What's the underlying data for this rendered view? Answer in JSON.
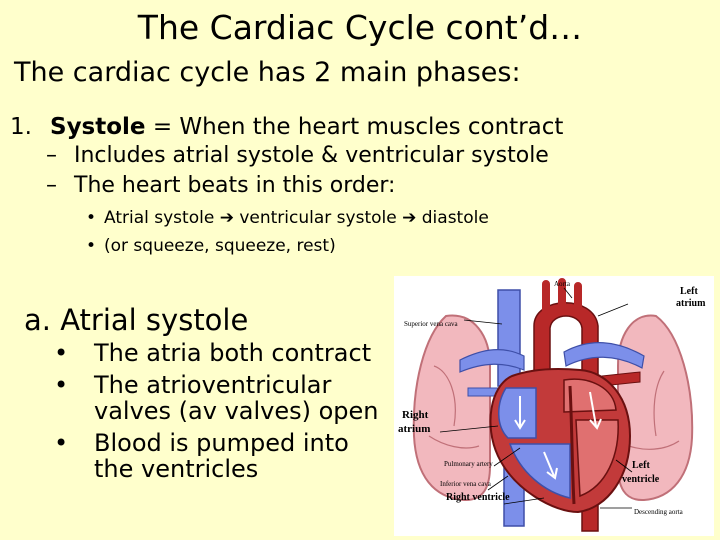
{
  "slide": {
    "title": "The Cardiac Cycle cont’d…",
    "intro": "The cardiac cycle has 2 main phases:",
    "item1": {
      "number": "1.",
      "term": "Systole",
      "rest": " = When the heart muscles contract",
      "sub": [
        {
          "dash": "–",
          "text": "Includes atrial systole & ventricular systole"
        },
        {
          "dash": "–",
          "text": "The heart beats in this order:"
        }
      ],
      "subsub": [
        {
          "bullet": "•",
          "parts": [
            "Atrial systole ",
            "➔",
            " ventricular systole ",
            "➔",
            " diastole"
          ]
        },
        {
          "bullet": "•",
          "parts": [
            "(or squeeze, squeeze, rest)"
          ]
        }
      ]
    },
    "subhead": "a. Atrial systole",
    "bullets": [
      "The atria both contract",
      "The atrioventricular valves (av valves) open",
      "Blood is pumped into the ventricles"
    ],
    "figure": {
      "labels": {
        "aorta": "Aorta",
        "left_atrium_1": "Left",
        "left_atrium_2": "atrium",
        "superior_vena_cava": "Superior vena cava",
        "right_atrium_1": "Right",
        "right_atrium_2": "atrium",
        "pulmonary_artery": "Pulmonary artery",
        "inferior_vena_cava": "Inferior vena cava",
        "right_ventricle": "Right ventricle",
        "left_ventricle_1": "Left",
        "left_ventricle_2": "ventricle",
        "descending_aorta": "Descending aorta"
      },
      "colors": {
        "lung": "#F2B8BE",
        "lung_outline": "#C07078",
        "vein_blue": "#7C8FEA",
        "artery_red": "#B82828",
        "heart_wall": "#C23A3A"
      }
    }
  }
}
